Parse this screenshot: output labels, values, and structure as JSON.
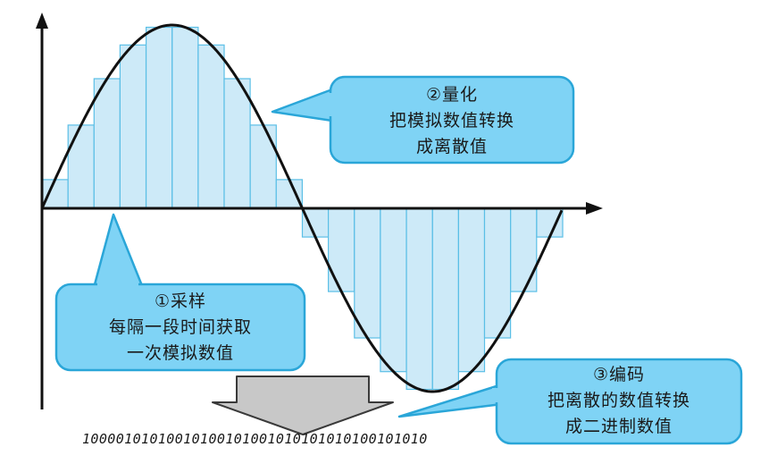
{
  "callouts": {
    "quantize": {
      "line1": "②量化",
      "line2": "把模拟数值转换",
      "line3": "成离散值"
    },
    "sample": {
      "line1": "①采样",
      "line2": "每隔一段时间获取",
      "line3": "一次模拟数值"
    },
    "encode": {
      "line1": "③编码",
      "line2": "把离散的数值转换",
      "line3": "成二进制数值"
    }
  },
  "binary_output": "10000101010010100101001010101010100101010",
  "colors": {
    "callout_fill": "#7fd3f5",
    "callout_stroke": "#2aa6d8",
    "step_fill": "#cdeaf8",
    "step_stroke": "#5bbfe6",
    "wave": "#111111",
    "arrow_fill": "#c8c8c8"
  }
}
